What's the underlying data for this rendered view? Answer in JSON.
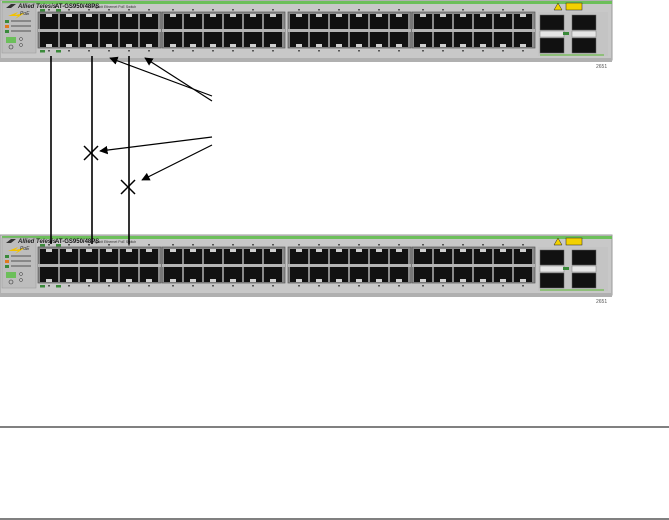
{
  "diagram": {
    "type": "network-cabling-illustration",
    "switches": [
      {
        "id": "top",
        "brand": "Allied Telesis",
        "model": "AT-GS950/48PS",
        "description": "Gigabit Ethernet PoE Switch",
        "poe_label": "PoE",
        "figure_id": "2651",
        "copper_ports": 48,
        "sfp_slots": 4
      },
      {
        "id": "bottom",
        "brand": "Allied Telesis",
        "model": "AT-GS950/48PS",
        "description": "Gigabit Ethernet PoE Switch",
        "poe_label": "PoE",
        "figure_id": "2651",
        "copper_ports": 48,
        "sfp_slots": 4
      }
    ],
    "cables": [
      {
        "name": "cable-1",
        "connects": "port 1 (bottom row) top switch to port 1 (top row) bottom switch",
        "valid": true
      },
      {
        "name": "cable-2",
        "connects": "port 6 top switch to port 6 bottom switch",
        "valid": false
      },
      {
        "name": "cable-3",
        "connects": "port 10 top switch to port 10 bottom switch",
        "valid": false
      }
    ],
    "callouts": [
      {
        "name": "callout-ports",
        "arrows": 2
      },
      {
        "name": "callout-invalid",
        "arrows": 2,
        "marker": "x"
      }
    ],
    "colors": {
      "chassis": "#c8c8c8",
      "trim_green": "#6cbf5a",
      "port": "#111111",
      "line": "#000000"
    }
  }
}
